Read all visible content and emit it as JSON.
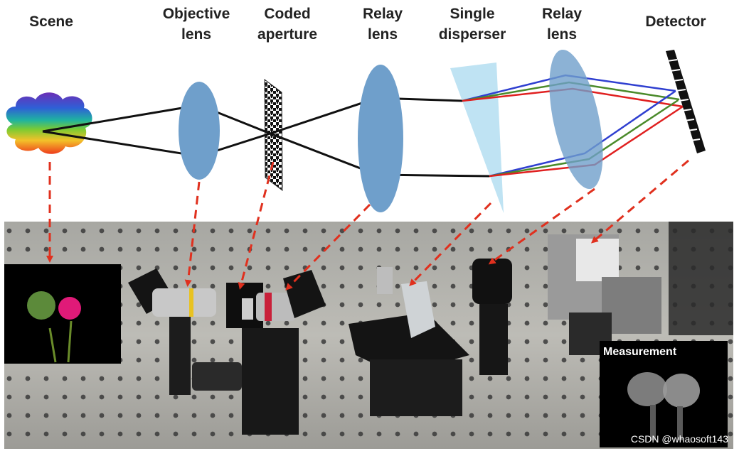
{
  "labels": {
    "scene": "Scene",
    "objective": [
      "Objective",
      "lens"
    ],
    "coded": [
      "Coded",
      "aperture"
    ],
    "relay1": [
      "Relay",
      "lens"
    ],
    "disperser": [
      "Single",
      "disperser"
    ],
    "relay2": [
      "Relay",
      "lens"
    ],
    "detector": "Detector"
  },
  "measurement_label": "Measurement",
  "watermark": "CSDN @whaosoft143",
  "colors": {
    "lens": "#6f9fcb",
    "ray_main": "#111111",
    "ray_blue": "#2f3fd0",
    "ray_green": "#4a8a2a",
    "ray_red": "#e02020",
    "pointer": "#e0301e",
    "prism": "#bfe3f3",
    "flower_green": "#5c8a3a",
    "flower_pink": "#e01a78"
  }
}
